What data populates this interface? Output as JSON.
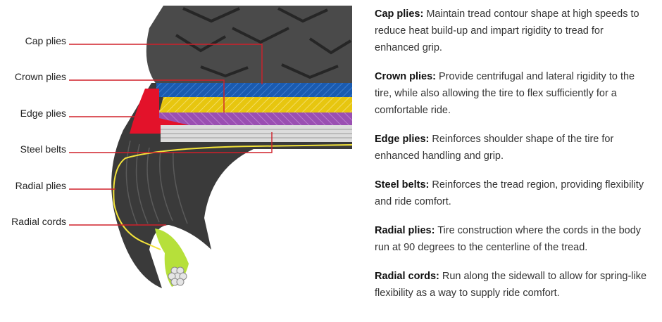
{
  "colors": {
    "leader_red": "#d0202a",
    "cap_blue": "#1a5bb0",
    "crown_yellow": "#e7c60f",
    "edge_purple": "#9a4fb2",
    "radial_green": "#b6e03a",
    "bead_red": "#e3122a",
    "rubber_dark": "#3a3a3a"
  },
  "callouts": [
    {
      "label": "Cap plies"
    },
    {
      "label": "Crown plies"
    },
    {
      "label": "Edge plies"
    },
    {
      "label": "Steel belts"
    },
    {
      "label": "Radial plies"
    },
    {
      "label": "Radial cords"
    }
  ],
  "descriptions": [
    {
      "term": "Cap plies:",
      "text": "Maintain tread contour shape at high speeds to reduce heat build-up and impart rigidity to tread for enhanced grip."
    },
    {
      "term": "Crown plies:",
      "text": "Provide centrifugal and lateral rigidity to the tire, while also allowing the tire to flex sufficiently for a comfortable ride."
    },
    {
      "term": "Edge plies:",
      "text": "Reinforces shoulder shape of the tire for enhanced handling and grip."
    },
    {
      "term": "Steel belts:",
      "text": "Reinforces the tread region, providing flexibility and ride comfort."
    },
    {
      "term": "Radial plies:",
      "text": "Tire construction where the cords in the body run at 90 degrees to the centerline of the tread."
    },
    {
      "term": "Radial cords:",
      "text": "Run along the sidewall to allow for spring-like flexibility as a way to supply ride comfort."
    }
  ]
}
